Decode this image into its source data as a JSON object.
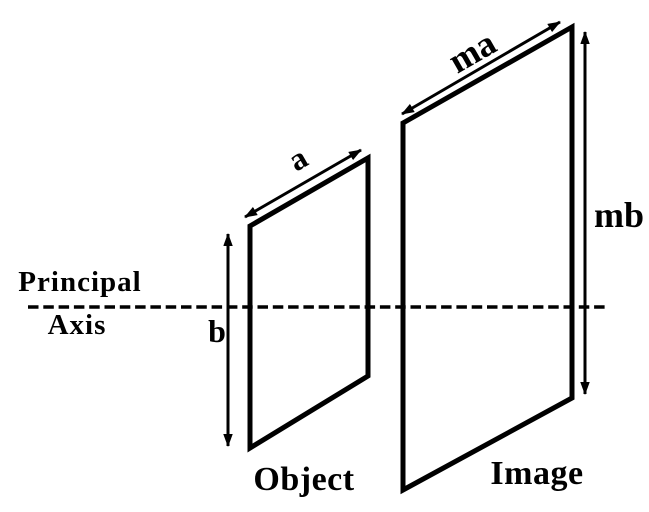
{
  "figure": {
    "title_semantic": "Optics magnification diagram: object and image with principal axis",
    "colors": {
      "background": "#ffffff",
      "ink": "#000000"
    },
    "labels": {
      "principal_line1": "Principal",
      "principal_line2": "Axis",
      "object_width_dim": "a",
      "object_height_dim": "b",
      "image_width_dim": "ma",
      "image_height_dim": "mb",
      "object_caption": "Object",
      "image_caption": "Image"
    }
  }
}
